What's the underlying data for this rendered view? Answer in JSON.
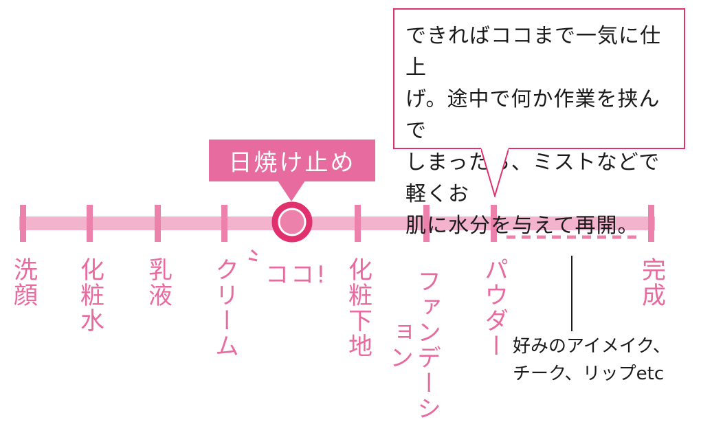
{
  "note": {
    "text": "できればココまで一気に仕上\nげ。途中で何か作業を挟んで\nしまったら、ミストなどで軽くお\n肌に水分を与えて再開。"
  },
  "highlight_label": "日焼け止め",
  "steps": [
    "洗顔",
    "化粧水",
    "乳液",
    "クリーム",
    "化粧下地",
    "ファンデーション",
    "パウダー",
    "完成"
  ],
  "callout": "ココ!",
  "extra_note": "好みのアイメイク、\nチーク、リップetc",
  "colors": {
    "pink_light": "#f3b3cc",
    "pink_mid": "#ec81ab",
    "pink_dark": "#e0306e",
    "text_pink": "#e86ba0",
    "text_dark": "#1a1a1a"
  }
}
